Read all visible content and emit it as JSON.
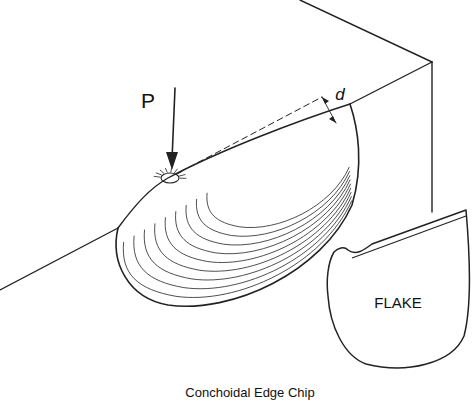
{
  "diagram": {
    "caption": "Conchoidal Edge Chip",
    "nodes": [
      {
        "text": [
          "FLAKE"
        ]
      }
    ],
    "labels": [
      "P",
      "d"
    ]
  }
}
